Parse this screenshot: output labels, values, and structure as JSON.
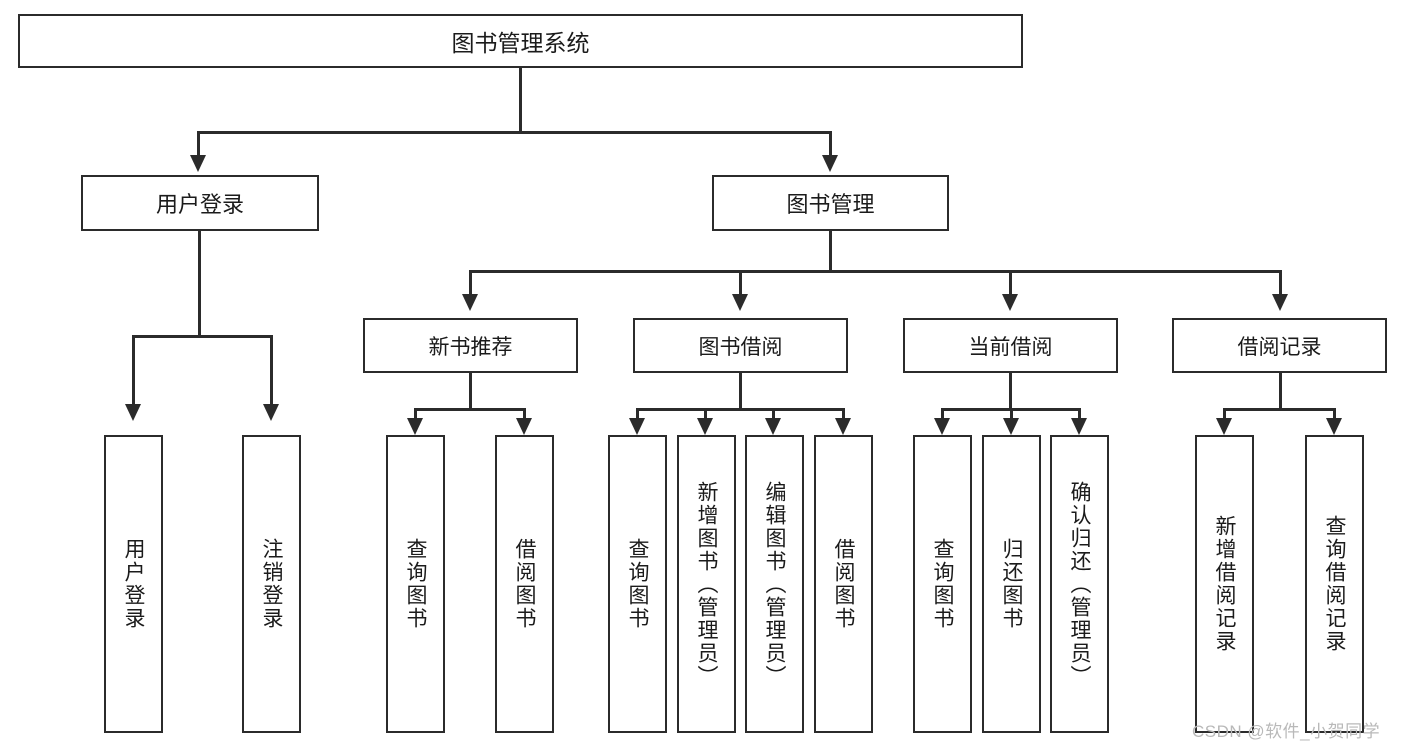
{
  "diagram": {
    "title": "图书管理系统",
    "root": {
      "label": "图书管理系统"
    },
    "level1": [
      {
        "label": "用户登录"
      },
      {
        "label": "图书管理"
      }
    ],
    "level2": [
      {
        "label": "新书推荐"
      },
      {
        "label": "图书借阅"
      },
      {
        "label": "当前借阅"
      },
      {
        "label": "借阅记录"
      }
    ],
    "leaves": {
      "user_login": [
        {
          "label": "用户登录"
        },
        {
          "label": "注销登录"
        }
      ],
      "new_book_recommend": [
        {
          "label": "查询图书"
        },
        {
          "label": "借阅图书"
        }
      ],
      "book_borrow": [
        {
          "label": "查询图书"
        },
        {
          "label": "新增图书（管理员）"
        },
        {
          "label": "编辑图书（管理员）"
        },
        {
          "label": "借阅图书"
        }
      ],
      "current_borrow": [
        {
          "label": "查询图书"
        },
        {
          "label": "归还图书"
        },
        {
          "label": "确认归还（管理员）"
        }
      ],
      "borrow_record": [
        {
          "label": "新增借阅记录"
        },
        {
          "label": "查询借阅记录"
        }
      ]
    }
  },
  "watermark": {
    "text": "CSDN @软件_小贺同学"
  },
  "colors": {
    "stroke": "#2b2b2b",
    "background": "#ffffff",
    "text": "#1b1b1b",
    "watermark": "#b9b9b9"
  }
}
